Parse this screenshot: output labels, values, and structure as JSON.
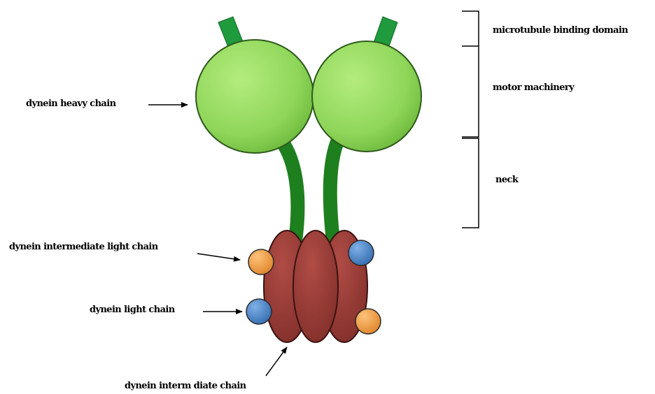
{
  "labels": {
    "heavy_chain": "dynein heavy chain",
    "intermediate_light_chain": "dynein intermediate light chain",
    "light_chain": "dynein light chain",
    "intermediate_chain": "dynein interm diate chain",
    "microtubule_binding_domain": "microtubule binding domain",
    "motor_machinery": "motor machinery",
    "neck": "neck"
  },
  "colors": {
    "motor_head": "#8fd65a",
    "stalk": "#1f9a3c",
    "neck": "#1e7f1e",
    "intermediate_chain": "#9b3b36",
    "light_chain": "#4a86c8",
    "intermediate_light_chain": "#f0a048"
  }
}
